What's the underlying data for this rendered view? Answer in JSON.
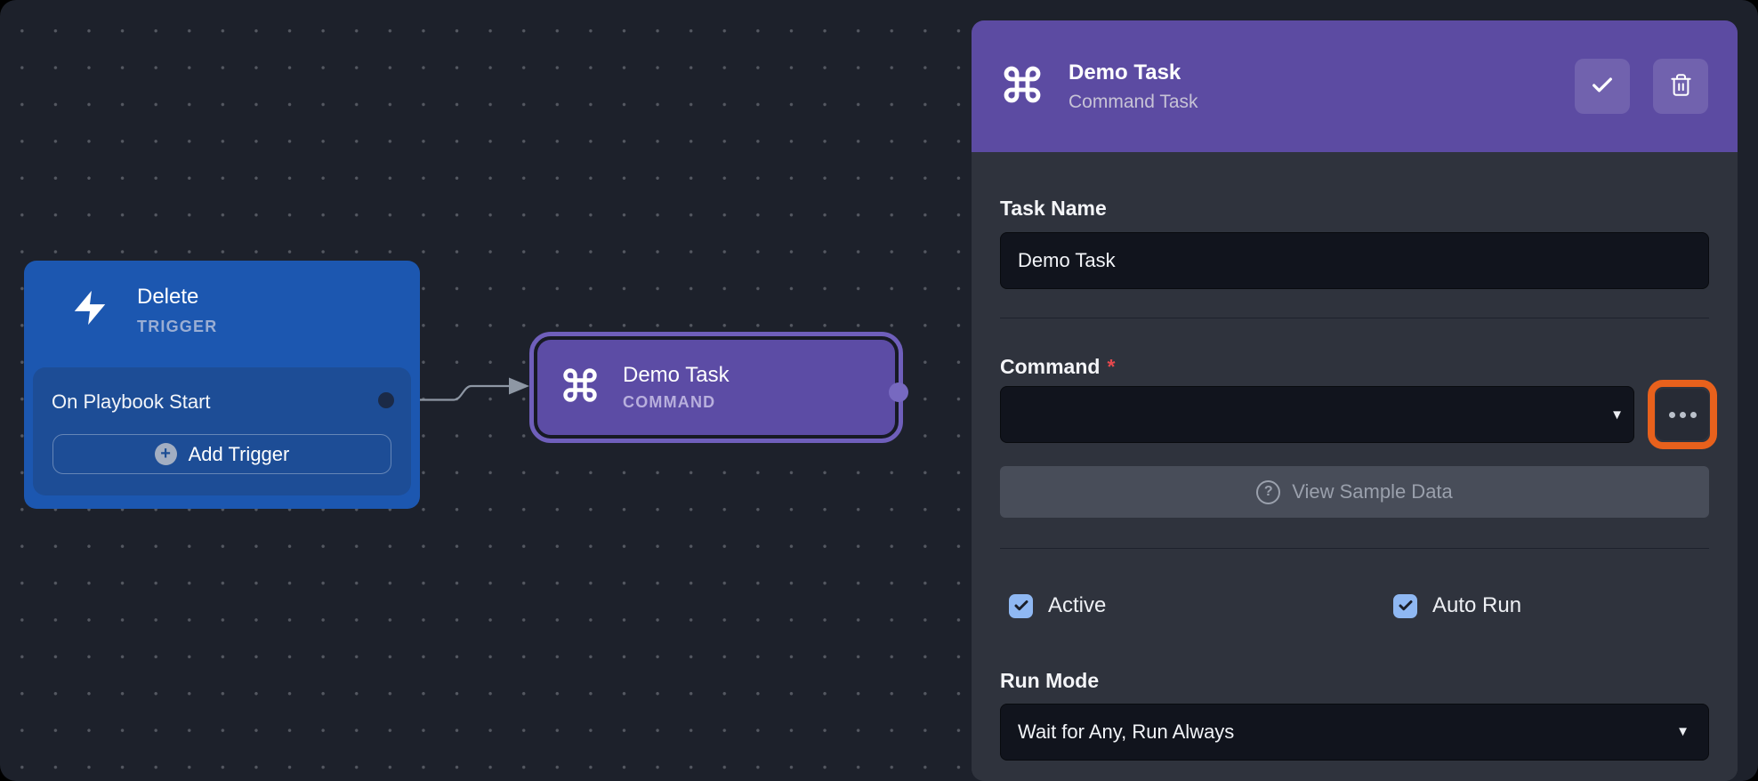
{
  "canvas": {
    "trigger_node": {
      "title": "Delete",
      "type_label": "TRIGGER",
      "row_label": "On Playbook Start",
      "add_button_label": "Add Trigger"
    },
    "task_node": {
      "title": "Demo Task",
      "type_label": "COMMAND"
    }
  },
  "panel": {
    "header": {
      "title": "Demo Task",
      "subtitle": "Command Task"
    },
    "task_name": {
      "label": "Task Name",
      "value": "Demo Task"
    },
    "command": {
      "label": "Command",
      "required_marker": "*",
      "selected_value": ""
    },
    "sample_button_label": "View Sample Data",
    "checkboxes": [
      {
        "label": "Active",
        "checked": true
      },
      {
        "label": "Auto Run",
        "checked": true
      }
    ],
    "run_mode": {
      "label": "Run Mode",
      "selected_value": "Wait for Any, Run Always"
    }
  },
  "icons": {
    "caret_down": "▼",
    "question": "?",
    "plus": "+"
  },
  "colors": {
    "canvas_bg": "#1d212b",
    "panel_body_bg": "#2f333d",
    "panel_header_purple": "#5c4ba2",
    "task_node_purple": "#5c4ca5",
    "trigger_node_blue": "#1c57b0",
    "trigger_inner_blue": "#1d4d96",
    "input_bg": "#11141d",
    "checkbox_blue": "#8fb8f3",
    "highlight_orange": "#e8611c",
    "required_red": "#e5484d"
  }
}
